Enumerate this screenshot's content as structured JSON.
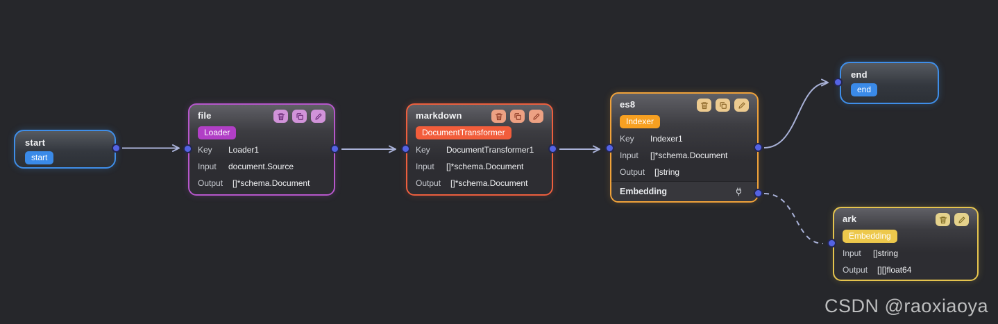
{
  "canvas": {
    "background": "#26272b",
    "watermark": "CSDN @raoxiaoya"
  },
  "colors": {
    "edge": "#a9b2d8",
    "port_fill": "#5463e4",
    "blue_accent": "#3f8ee8",
    "purple_accent": "#b657cb",
    "red_accent": "#ed5f3e",
    "orange_accent": "#f0a23a",
    "gold_accent": "#e5c44e"
  },
  "nodes": [
    {
      "id": "start",
      "title": "start",
      "badge": "start",
      "accent": "#3f8ee8"
    },
    {
      "id": "file",
      "title": "file",
      "badge": "Loader",
      "accent": "#b657cb",
      "toolbar": [
        "delete",
        "copy",
        "edit"
      ],
      "rows": [
        {
          "label": "Key",
          "value": "Loader1"
        },
        {
          "label": "Input",
          "value": "document.Source"
        },
        {
          "label": "Output",
          "value": "[]*schema.Document"
        }
      ]
    },
    {
      "id": "markdown",
      "title": "markdown",
      "badge": "DocumentTransformer",
      "accent": "#ed5f3e",
      "toolbar": [
        "delete",
        "copy",
        "edit"
      ],
      "rows": [
        {
          "label": "Key",
          "value": "DocumentTransformer1"
        },
        {
          "label": "Input",
          "value": "[]*schema.Document"
        },
        {
          "label": "Output",
          "value": "[]*schema.Document"
        }
      ]
    },
    {
      "id": "es8",
      "title": "es8",
      "badge": "Indexer",
      "accent": "#f0a23a",
      "toolbar": [
        "delete",
        "copy",
        "edit"
      ],
      "rows": [
        {
          "label": "Key",
          "value": "Indexer1"
        },
        {
          "label": "Input",
          "value": "[]*schema.Document"
        },
        {
          "label": "Output",
          "value": "[]string"
        }
      ],
      "section": {
        "label": "Embedding",
        "icon": "plug-icon"
      }
    },
    {
      "id": "end",
      "title": "end",
      "badge": "end",
      "accent": "#3f8ee8"
    },
    {
      "id": "ark",
      "title": "ark",
      "badge": "Embedding",
      "accent": "#e5c44e",
      "toolbar": [
        "delete",
        "edit"
      ],
      "rows": [
        {
          "label": "Input",
          "value": "[]string"
        },
        {
          "label": "Output",
          "value": "[][]float64"
        }
      ]
    }
  ],
  "edges": [
    {
      "from": "start",
      "to": "file",
      "style": "solid",
      "arrow": true
    },
    {
      "from": "file",
      "to": "markdown",
      "style": "solid",
      "arrow": true
    },
    {
      "from": "markdown",
      "to": "es8",
      "style": "solid",
      "arrow": true
    },
    {
      "from": "es8",
      "to": "end",
      "style": "solid",
      "arrow": true
    },
    {
      "from": "es8.Embedding",
      "to": "ark",
      "style": "dashed",
      "arrow": false
    }
  ]
}
